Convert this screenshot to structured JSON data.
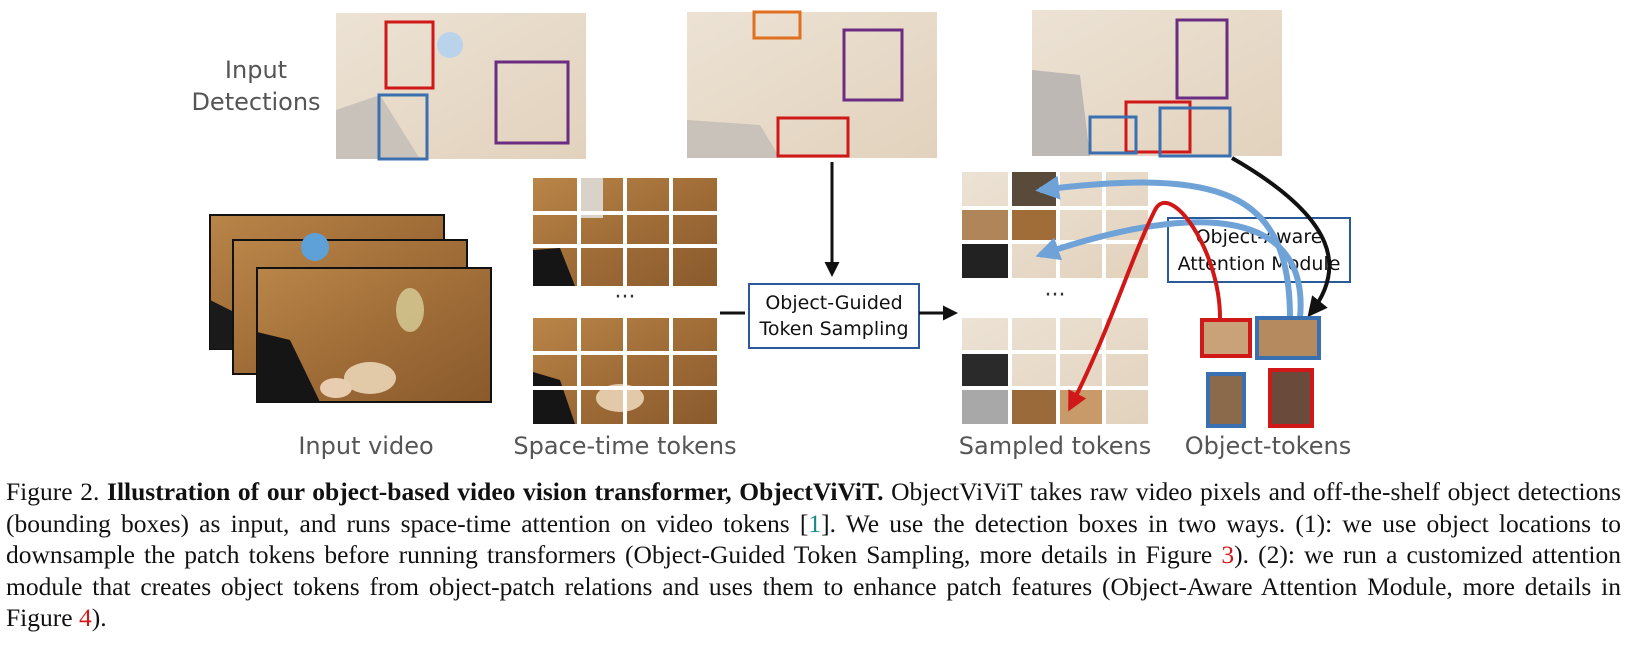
{
  "figure": {
    "labels": {
      "input_detections_line1": "Input",
      "input_detections_line2": "Detections",
      "input_video": "Input video",
      "spacetime_tokens": "Space-time tokens",
      "sampled_tokens": "Sampled tokens",
      "object_tokens": "Object-tokens",
      "ellipsis": "···"
    },
    "modules": {
      "sampling_line1": "Object-Guided",
      "sampling_line2": "Token Sampling",
      "attention_line1": "Object-Aware",
      "attention_line2": "Attention Module"
    },
    "colors": {
      "box_red": "#d01818",
      "box_blue": "#3a6fb0",
      "box_purple": "#6a2d82",
      "box_orange": "#e07020",
      "arrow_light_blue": "#6fa3d8",
      "module_border": "#2a5a9a",
      "wood": "#a9763f",
      "wood_faded": "#e6d8c6"
    }
  },
  "caption": {
    "label": "Figure 2.",
    "title": "Illustration of our object-based video vision transformer, ObjectViViT.",
    "text1": "ObjectViViT takes raw video pixels and off-the-shelf object detections (bounding boxes) as input, and runs space-time attention on video tokens [",
    "ref1": "1",
    "text2": "]. We use the detection boxes in two ways. (1): we use object locations to downsample the patch tokens before running transformers (Object-Guided Token Sampling, more details in Figure ",
    "ref3": "3",
    "text3": "). (2): we run a customized attention module that creates object tokens from object-patch relations and uses them to enhance patch features (Object-Aware Attention Module, more details in  Figure ",
    "ref4": "4",
    "text4": ")."
  }
}
